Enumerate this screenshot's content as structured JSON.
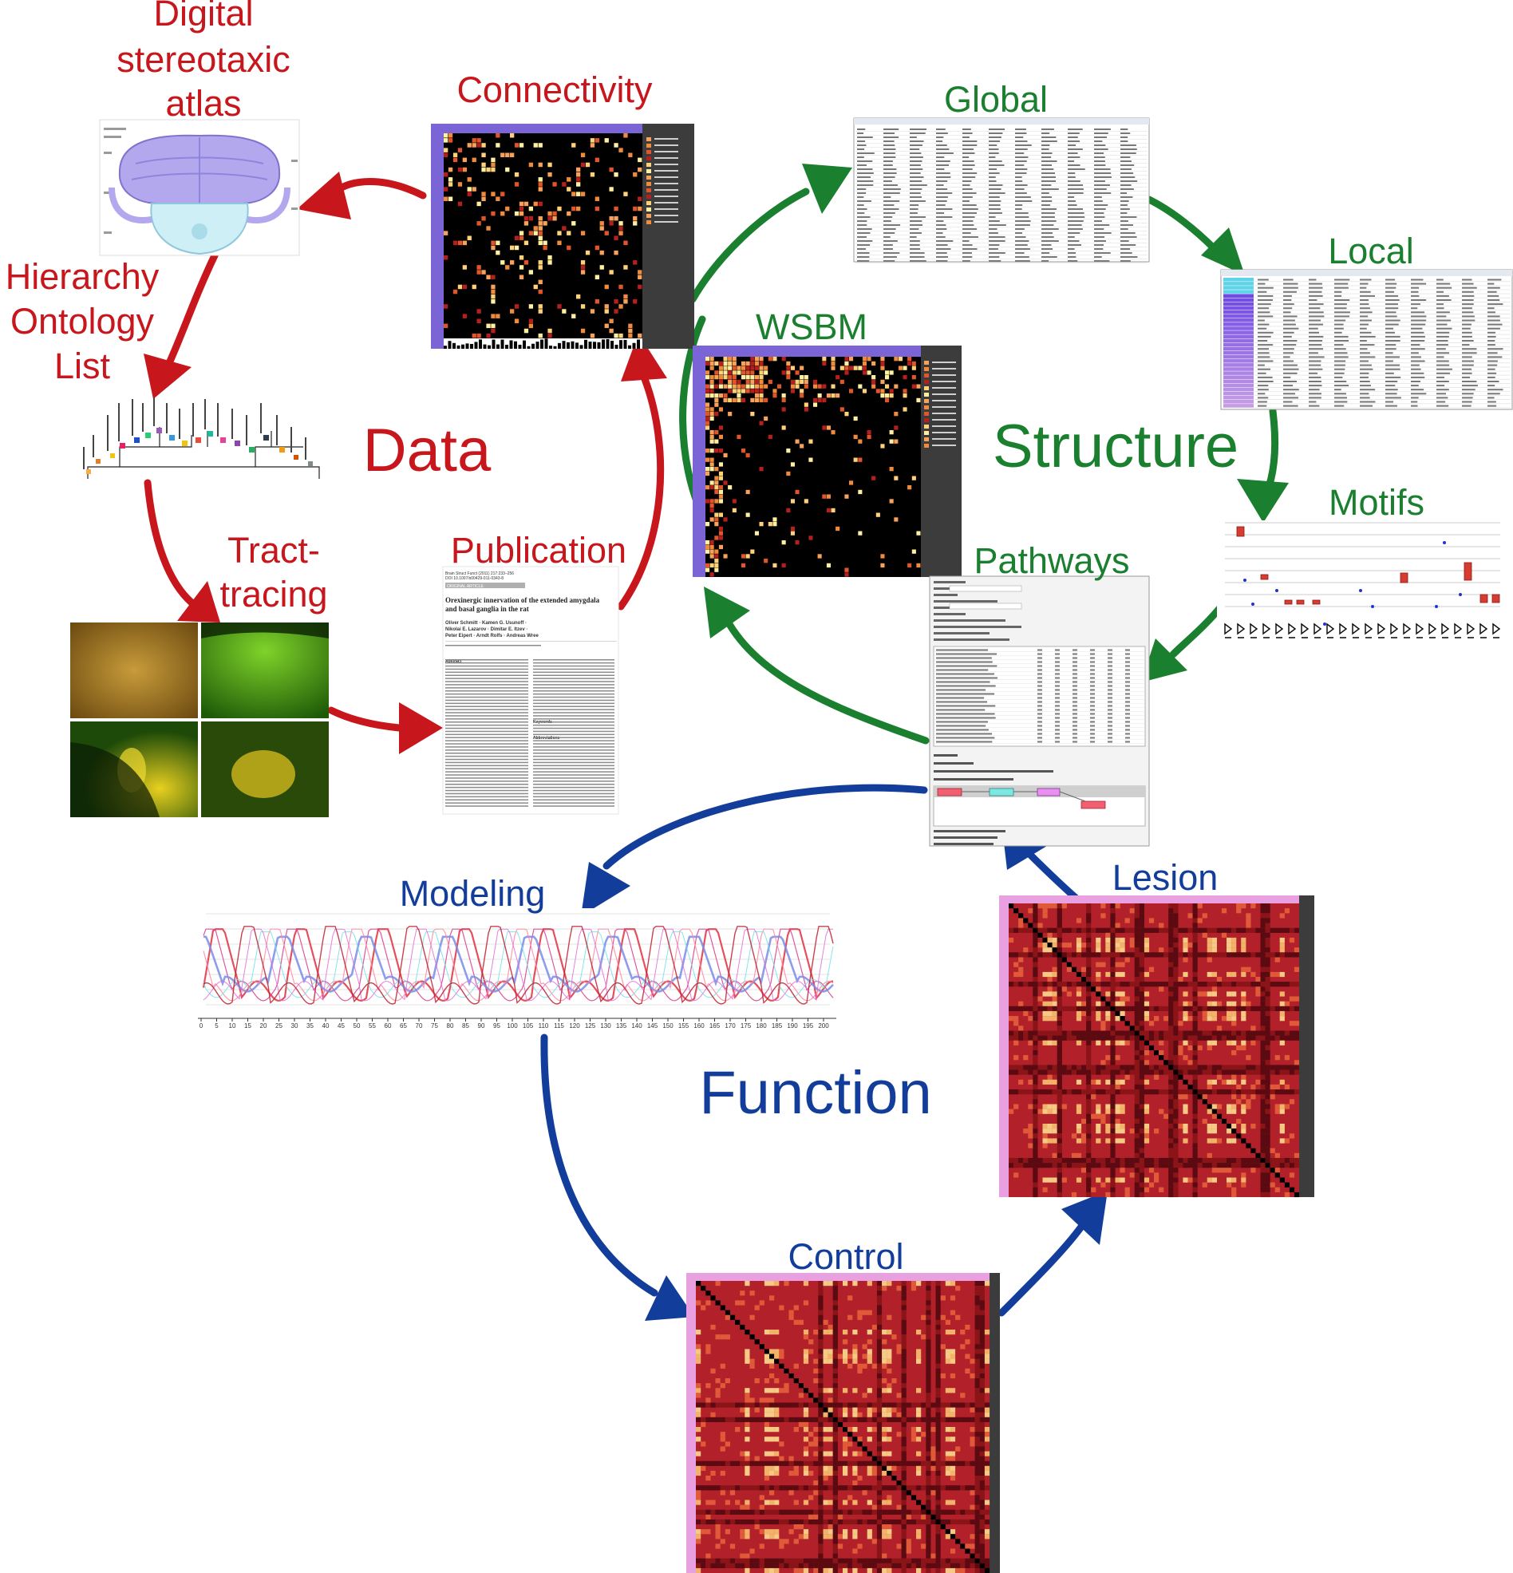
{
  "colors": {
    "data": "#c8161d",
    "structure": "#1a7f2e",
    "function": "#123d9b",
    "matrix_bg": "#000000",
    "heat_hot": "#f7a15a",
    "heat_red": "#c0272d",
    "purple": "#8870e0"
  },
  "labels": {
    "atlas_1": "Digital",
    "atlas_2": "stereotaxic",
    "atlas_3": "atlas",
    "hier_1": "Hierarchy",
    "hier_2": "Ontology",
    "hier_3": "List",
    "tract_1": "Tract-",
    "tract_2": "tracing",
    "publication": "Publication",
    "connectivity": "Connectivity",
    "data": "Data",
    "wsbm": "WSBM",
    "global": "Global",
    "local": "Local",
    "structure": "Structure",
    "motifs": "Motifs",
    "pathways": "Pathways",
    "modeling": "Modeling",
    "lesion": "Lesion",
    "function": "Function",
    "control": "Control"
  },
  "publication": {
    "journal_line_1": "Brain Struct Funct (2011) 217:233–256",
    "journal_line_2": "DOI 10.1007/s00429-011-0343-8",
    "article_type": "ORIGINAL ARTICLE",
    "title_1": "Orexinergic innervation of the extended amygdala",
    "title_2": "and basal ganglia in the rat",
    "authors_1": "Oliver Schmitt · Kamen G. Usunoff ·",
    "authors_2": "Nikolai E. Lazarov · Dimitar E. Itzev ·",
    "authors_3": "Peter Eipert · Arndt Rolfs · Andreas Wree",
    "abstract_head": "Abstract",
    "keywords_head": "Keywords",
    "abbrev_head": "Abbreviations"
  },
  "modeling_axis": {
    "ticks": [
      "0",
      "5",
      "10",
      "15",
      "20",
      "25",
      "30",
      "35",
      "40",
      "45",
      "50",
      "55",
      "60",
      "65",
      "70",
      "75",
      "80",
      "85",
      "90",
      "95",
      "100",
      "105",
      "110",
      "115",
      "120",
      "125",
      "130",
      "135",
      "140",
      "145",
      "150",
      "155",
      "160",
      "165",
      "170",
      "175",
      "180",
      "185",
      "190",
      "195",
      "200"
    ]
  }
}
